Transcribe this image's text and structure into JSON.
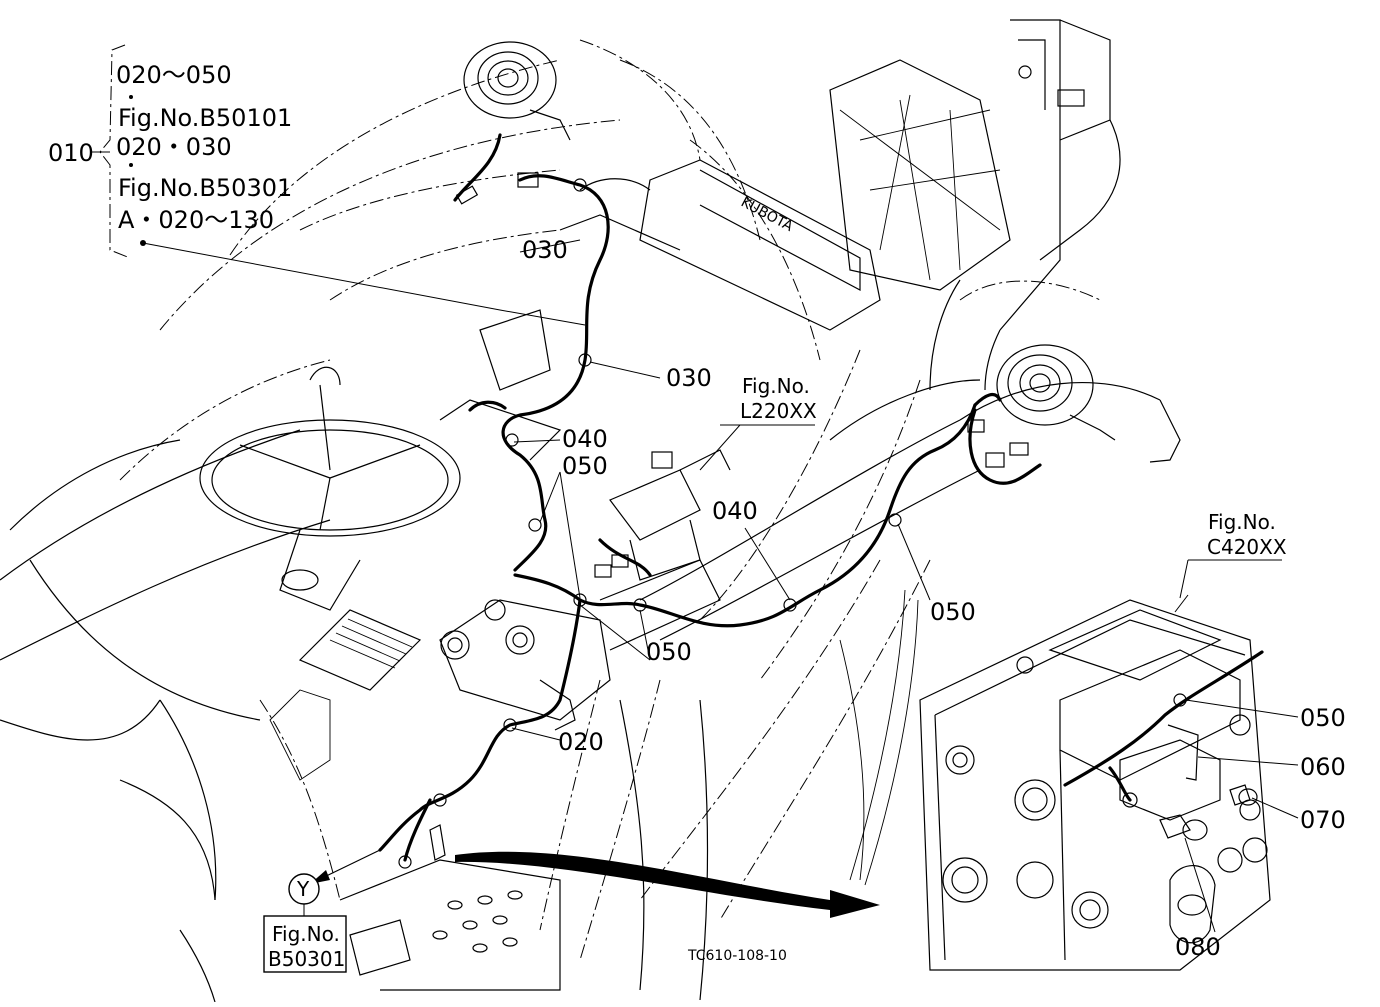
{
  "callouts": {
    "main": "010",
    "group": [
      "020～050",
      "Fig.No.B50101",
      "020・030",
      "Fig.No.B50301",
      "A・020～130"
    ],
    "c030a": "030",
    "c030b": "030",
    "c040a": "040",
    "c050a": "050",
    "c040b": "040",
    "c050b": "050",
    "c050c": "050",
    "c020": "020"
  },
  "figrefs": {
    "l220_label": "Fig.No.",
    "l220_code": "L220XX",
    "c420_label": "Fig.No.",
    "c420_code": "C420XX",
    "b50301_label": "Fig.No.",
    "b50301_code": "B50301",
    "y_marker": "Y"
  },
  "detail": {
    "c050": "050",
    "c060": "060",
    "c070": "070",
    "c080": "080"
  },
  "drawing_code": "TC610-108-10"
}
